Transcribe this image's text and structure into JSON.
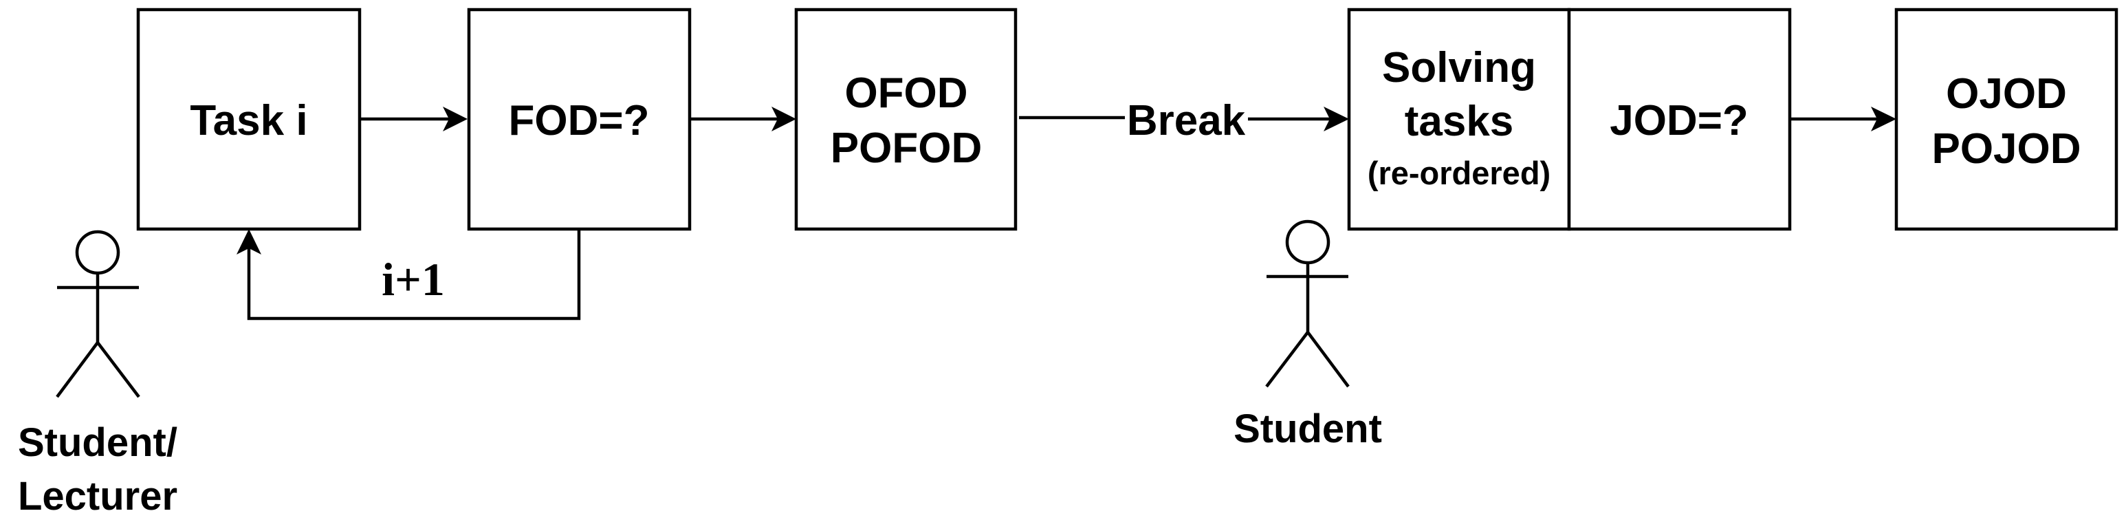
{
  "diagram": {
    "nodes": {
      "task": {
        "label": "Task i"
      },
      "fod": {
        "label": "FOD=?"
      },
      "ofod": {
        "lines": [
          "OFOD",
          "POFOD"
        ]
      },
      "solving": {
        "lines": [
          "Solving",
          "tasks",
          "(re-ordered)"
        ]
      },
      "jod": {
        "label": "JOD=?"
      },
      "ojod": {
        "lines": [
          "OJOD",
          "POJOD"
        ]
      }
    },
    "edges": {
      "loop": {
        "label": "i+1"
      },
      "break": {
        "label": "Break"
      }
    },
    "actors": {
      "left": {
        "lines": [
          "Student/",
          "Lecturer"
        ]
      },
      "right": {
        "label": "Student"
      }
    },
    "colors": {
      "stroke": "#000000",
      "background": "#ffffff"
    }
  }
}
